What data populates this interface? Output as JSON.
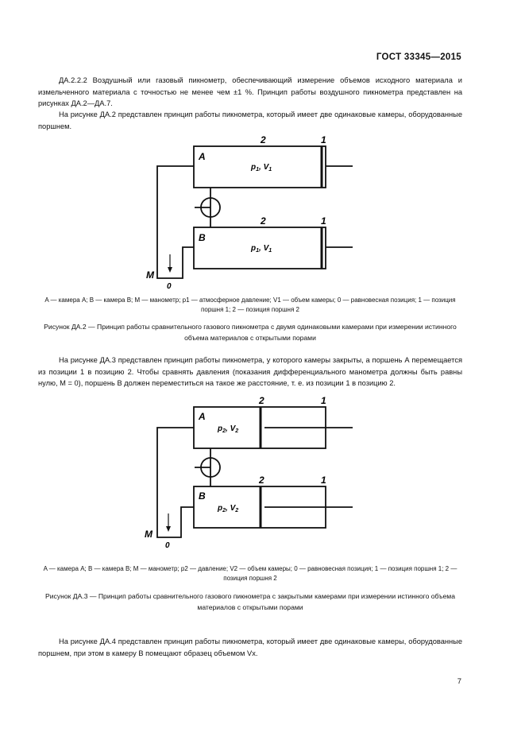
{
  "header": "ГОСТ 33345—2015",
  "para1": "ДА.2.2.2 Воздушный или газовый пикнометр, обеспечивающий измерение объемов исходного материала и измельченного материала с точностью не менее чем ±1 %. Принцип работы воздушного пикнометра представлен на рисунках ДА.2—ДА.7.",
  "para2": "На рисунке ДА.2 представлен принцип работы пикнометра, который имеет две одинаковые камеры, оборудованные поршнем.",
  "fig2": {
    "label_A": "A",
    "label_B": "B",
    "label_M": "M",
    "label_zero": "0",
    "pos2": "2",
    "pos1": "1",
    "chamber_text_p": "p",
    "chamber_text_sub1": "1",
    "chamber_text_v": ", V",
    "chamber_text_sub2": "1",
    "legend": "A — камера A; B — камера B; M — манометр; p1 — атмосферное давление; V1 — объем камеры; 0 — равновесная позиция; 1 — позиция поршня 1; 2 — позиция поршня 2",
    "caption": "Рисунок ДА.2 — Принцип работы сравнительного газового пикнометра с двумя одинаковыми камерами при измерении истинного объема материалов с открытыми порами"
  },
  "para3": "На рисунке ДА.3 представлен принцип работы пикнометра, у которого камеры закрыты, а поршень А перемещается из позиции 1 в позицию 2. Чтобы сравнять давления (показания дифференциального манометра должны быть равны нулю, М = 0), поршень В должен переместиться на такое же расстояние, т. е. из позиции 1 в позицию 2.",
  "fig3": {
    "label_A": "A",
    "label_B": "B",
    "label_M": "M",
    "label_zero": "0",
    "pos2": "2",
    "pos1": "1",
    "chamber_text_p": "p",
    "chamber_text_sub1": "2",
    "chamber_text_v": ", V",
    "chamber_text_sub2": "2",
    "legend": "A — камера A; B — камера B; M — манометр; p2 — давление; V2 — объем камеры; 0 — равновесная позиция; 1 — позиция поршня 1; 2 — позиция поршня 2",
    "caption": "Рисунок ДА.3 — Принцип работы сравнительного газового пикнометра с закрытыми камерами при измерении истинного объема материалов с открытыми порами"
  },
  "para4": "На рисунке ДА.4 представлен принцип работы пикнометра, который имеет две одинаковые камеры, оборудованные поршнем, при этом в камеру В помещают образец объемом Vx.",
  "page_number": "7"
}
